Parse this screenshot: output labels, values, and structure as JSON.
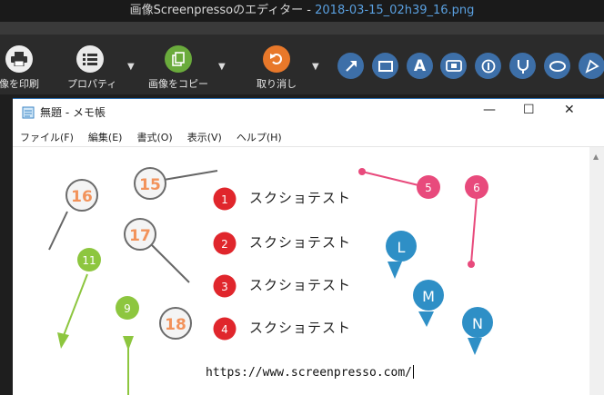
{
  "app": {
    "title_prefix": "画像Screenpressoのエディター",
    "title_sep": " - ",
    "file_name": "2018-03-15_02h39_16.png"
  },
  "toolbar": {
    "print_label": "像を印刷",
    "properties_label": "プロパティ",
    "copy_label": "画像をコピー",
    "undo_label": "取り消し",
    "dropdown_glyph": "▼",
    "tool_icons": [
      "arrow-icon",
      "rectangle-icon",
      "text-icon",
      "callout-icon",
      "step-number-icon",
      "magnifier-icon",
      "ellipse-icon",
      "polygon-icon"
    ],
    "tool_text_glyph": "A"
  },
  "notepad": {
    "title": "無題 - メモ帳",
    "menu": [
      "ファイル(F)",
      "編集(E)",
      "書式(O)",
      "表示(V)",
      "ヘルプ(H)"
    ],
    "controls": {
      "minimize": "—",
      "maximize": "☐",
      "close": "✕"
    },
    "steps": [
      {
        "number": "1",
        "text": "スクショテスト"
      },
      {
        "number": "2",
        "text": "スクショテスト"
      },
      {
        "number": "3",
        "text": "スクショテスト"
      },
      {
        "number": "4",
        "text": "スクショテスト"
      }
    ],
    "url": "https://www.screenpresso.com/"
  },
  "annotations": {
    "magnifier_labels": [
      "16",
      "15",
      "17",
      "18"
    ],
    "green_markers": [
      "11",
      "9"
    ],
    "pink_markers": [
      "5",
      "6"
    ],
    "pins": [
      "L",
      "M",
      "N"
    ]
  },
  "colors": {
    "accent_blue": "#3d6fa8",
    "step_red": "#e0262c",
    "magnifier_orange": "#f2925a",
    "green": "#8dc63f",
    "pink": "#e84a7c",
    "pin_blue": "#2e8fc6"
  }
}
